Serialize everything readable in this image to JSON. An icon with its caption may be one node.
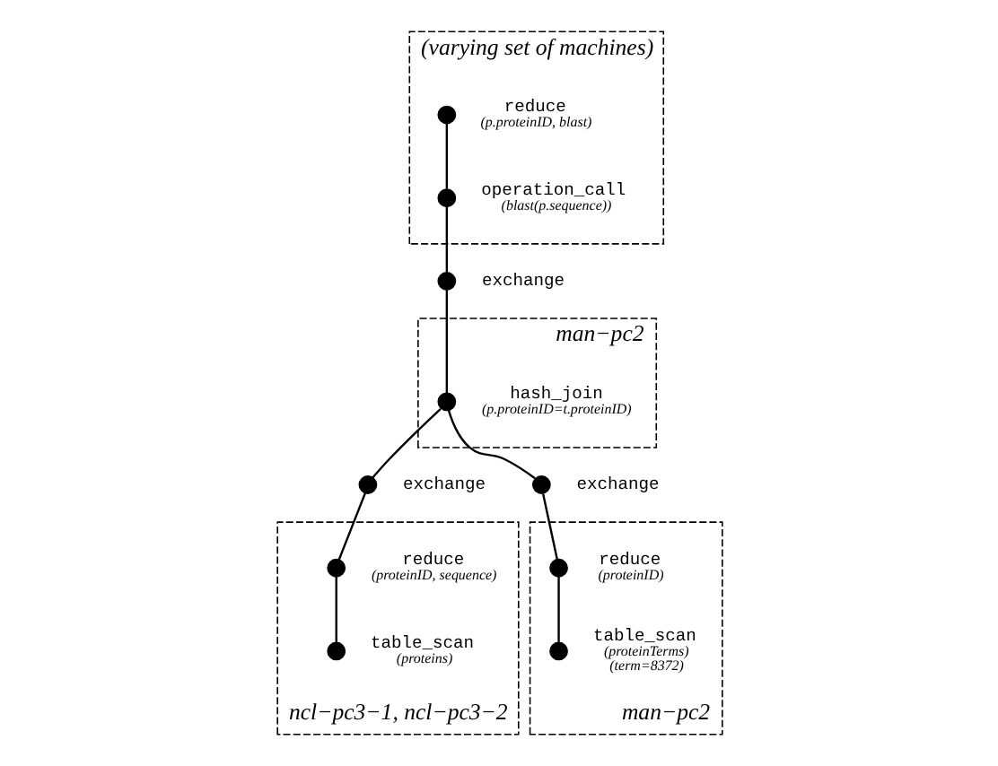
{
  "diagram": {
    "nodes": [
      {
        "text": [
          "(varying set of machines)"
        ]
      },
      {
        "text": [],
        "shape": "circle",
        "in": 0,
        "beside": [
          "reduce",
          "(p.proteinID, blast)"
        ]
      },
      {
        "text": [],
        "shape": "circle",
        "in": 0,
        "beside": [
          "operation_call",
          "(blast(p.sequence))"
        ]
      },
      {
        "text": [
          "man−pc2"
        ]
      },
      {
        "text": [],
        "shape": "circle",
        "beside": [
          "exchange"
        ]
      },
      {
        "text": [],
        "shape": "circle",
        "in": 3,
        "beside": [
          "hash_join",
          "(p.proteinID=t.proteinID)"
        ]
      },
      {
        "text": [
          "ncl−pc3−1, ncl−pc3−2"
        ]
      },
      {
        "text": [],
        "shape": "circle",
        "beside": [
          "exchange"
        ]
      },
      {
        "text": [],
        "shape": "circle",
        "in": 6,
        "beside": [
          "reduce",
          "(proteinID, sequence)"
        ]
      },
      {
        "text": [],
        "shape": "circle",
        "in": 6,
        "beside": [
          "table_scan",
          "(proteins)"
        ]
      },
      {
        "text": [
          "man−pc2"
        ]
      },
      {
        "text": [],
        "shape": "circle",
        "beside": [
          "exchange"
        ]
      },
      {
        "text": [],
        "shape": "circle",
        "in": 10,
        "beside": [
          "reduce",
          "(proteinID)"
        ]
      },
      {
        "text": [],
        "shape": "circle",
        "in": 10,
        "beside": [
          "table_scan",
          "(proteinTerms)",
          "(term=8372)"
        ]
      }
    ],
    "edges": [
      {
        "from": 1,
        "to": 2,
        "arrow": "none"
      },
      {
        "from": 2,
        "to": 4,
        "arrow": "none"
      },
      {
        "from": 4,
        "to": 5,
        "arrow": "none"
      },
      {
        "from": 5,
        "to": 7,
        "arrow": "none"
      },
      {
        "from": 5,
        "to": 11,
        "arrow": "none"
      },
      {
        "from": 7,
        "to": 8,
        "arrow": "none"
      },
      {
        "from": 8,
        "to": 9,
        "arrow": "none"
      },
      {
        "from": 11,
        "to": 12,
        "arrow": "none"
      },
      {
        "from": 12,
        "to": 13,
        "arrow": "none"
      }
    ]
  }
}
